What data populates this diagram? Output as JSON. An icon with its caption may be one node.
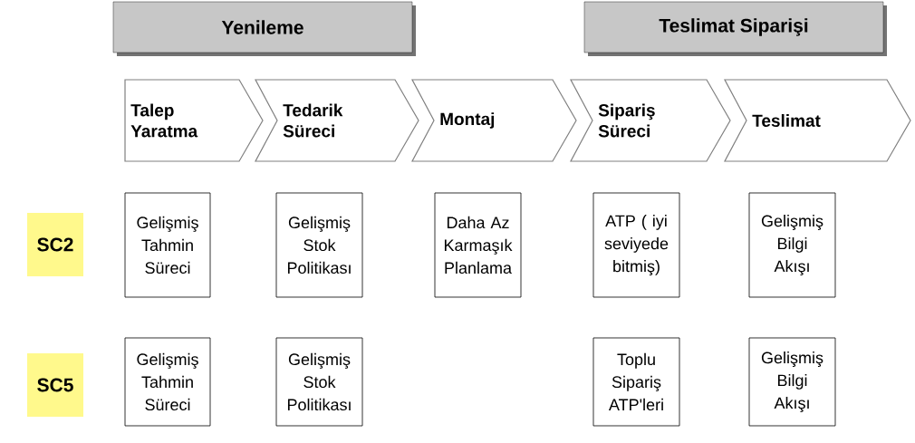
{
  "diagram": {
    "nodes": [
      {
        "text": [
          "Yenileme"
        ]
      },
      {
        "text": [
          "Teslimat Siparişi"
        ]
      },
      {
        "text": [
          "Talep Yaratma"
        ]
      },
      {
        "text": [
          "Tedarik Süreci"
        ]
      },
      {
        "text": [
          "Montaj"
        ]
      },
      {
        "text": [
          "Sipariş Süreci"
        ]
      },
      {
        "text": [
          "Teslimat"
        ]
      },
      {
        "text": [
          "SC2"
        ]
      },
      {
        "text": [
          "Gelişmiş Tahmin Süreci"
        ]
      },
      {
        "text": [
          "Gelişmiş Stok Politikası"
        ]
      },
      {
        "text": [
          "Daha Az Karmaşık Planlama"
        ]
      },
      {
        "text": [
          "ATP ( iyi seviyede bitmiş)"
        ]
      },
      {
        "text": [
          "Gelişmiş Bilgi Akışı"
        ]
      },
      {
        "text": [
          "SC5"
        ]
      },
      {
        "text": [
          "Gelişmiş Tahmin Süreci"
        ]
      },
      {
        "text": [
          "Gelişmiş Stok Politikası"
        ]
      },
      {
        "text": [
          "Toplu Sipariş ATP'leri"
        ]
      },
      {
        "text": [
          "Gelişmiş Bilgi Akışı"
        ]
      }
    ]
  }
}
